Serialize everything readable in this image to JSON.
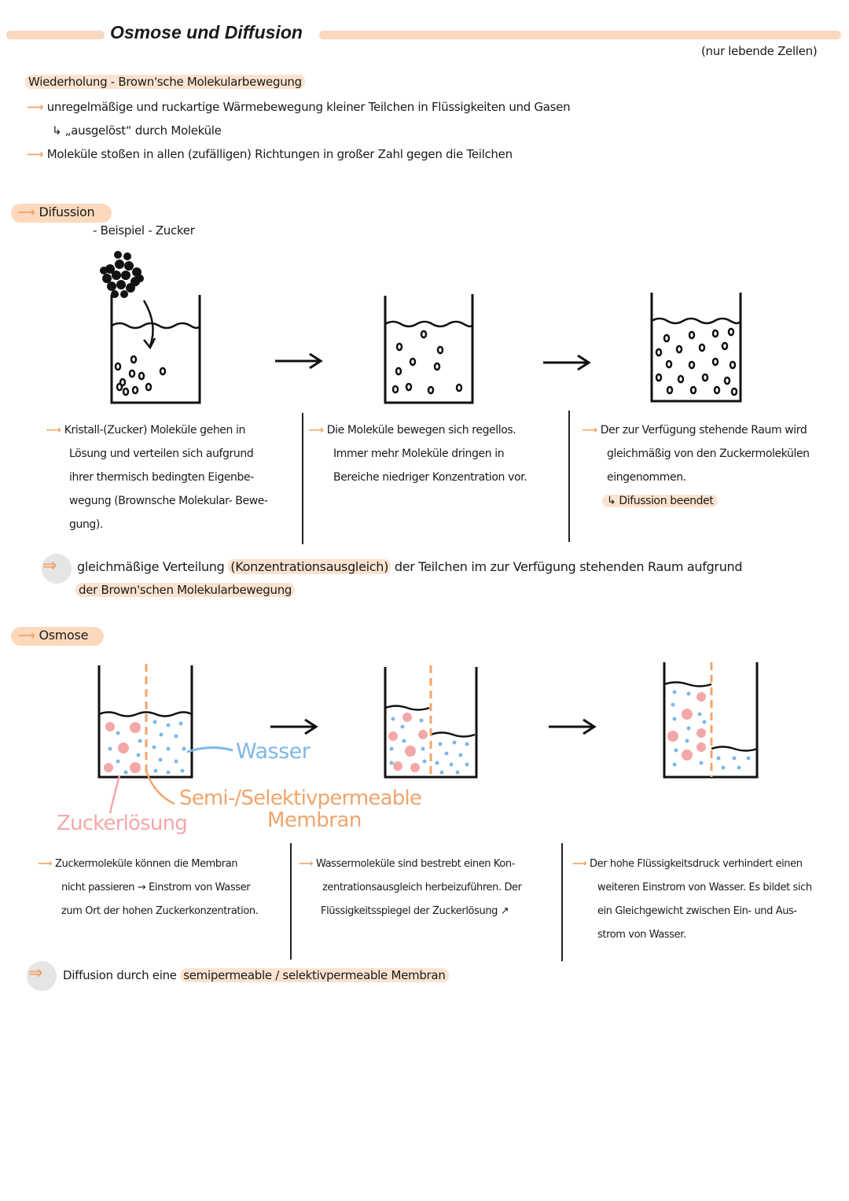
{
  "header": {
    "title": "Osmose und Diffusion",
    "note_top_right": "(nur lebende Zellen)"
  },
  "recap": {
    "heading": "Wiederholung - Brown'sche Molekularbewegung",
    "line1": "unregelmäßige und ruckartige Wärmebewegung kleiner Teilchen in Flüssigkeiten und Gasen",
    "line2": "„ausgelöst“ durch Moleküle",
    "line3": "Moleküle stoßen in allen (zufälligen) Richtungen in großer Zahl gegen die Teilchen"
  },
  "diffusion": {
    "label": "Difussion",
    "example": "- Beispiel - Zucker",
    "col1": [
      "Kristall-(Zucker) Moleküle gehen in",
      "Lösung und verteilen sich aufgrund",
      "ihrer thermisch bedingten Eigenbe-",
      "wegung (Brownsche Molekular- Bewe-",
      "gung)."
    ],
    "col2": [
      "Die Moleküle bewegen sich regellos.",
      "Immer mehr Moleküle dringen in",
      "Bereiche niedriger Konzentration vor."
    ],
    "col3": [
      "Der zur Verfügung stehende Raum wird",
      "gleichmäßig von den Zuckermolekülen",
      "eingenommen."
    ],
    "col3_end": "Difussion beendet",
    "conclusion_1a": "gleichmäßige Verteilung",
    "conclusion_1b": "(Konzentrationsausgleich)",
    "conclusion_1c": "der Teilchen im zur Verfügung stehenden Raum aufgrund",
    "conclusion_2": "der Brown'schen Molekularbewegung"
  },
  "osmose": {
    "label": "Osmose",
    "label_wasser": "Wasser",
    "label_membran_1": "Semi-/Selektivpermeable",
    "label_membran_2": "Membran",
    "label_zucker": "Zuckerlösung",
    "col1": [
      "Zuckermoleküle können die Membran",
      "nicht passieren → Einstrom von Wasser",
      "zum Ort der hohen Zuckerkonzentration."
    ],
    "col2": [
      "Wassermoleküle sind bestrebt einen Kon-",
      "zentrationsausgleich herbeizuführen. Der",
      "Flüssigkeitsspiegel der Zuckerlösung ↗"
    ],
    "col3": [
      "Der hohe Flüssigkeitsdruck verhindert einen",
      "weiteren Einstrom von Wasser. Es bildet sich",
      "ein Gleichgewicht zwischen Ein- und Aus-",
      "strom von Wasser."
    ],
    "conclusion_a": "Diffusion durch eine",
    "conclusion_b": "semipermeable / selektivpermeable Membran"
  },
  "colors": {
    "accent_orange": "#f0a56b",
    "highlight_peach": "#fcd9bd",
    "water_blue": "#7fb7e6",
    "sugar_pink": "#f4a7a9"
  }
}
